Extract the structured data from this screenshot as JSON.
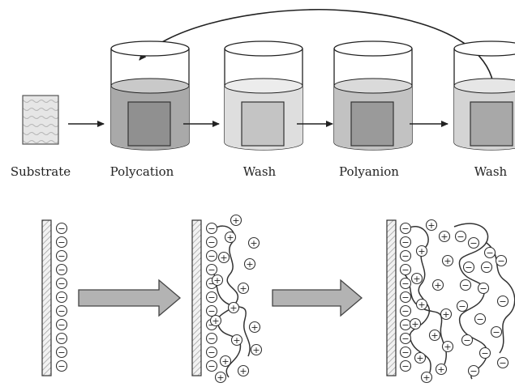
{
  "diagram": {
    "steps": [
      {
        "id": "substrate",
        "label": "Substrate"
      },
      {
        "id": "polycation",
        "label": "Polycation"
      },
      {
        "id": "wash1",
        "label": "Wash"
      },
      {
        "id": "polyanion",
        "label": "Polyanion"
      },
      {
        "id": "wash2",
        "label": "Wash"
      }
    ],
    "symbols": {
      "negative": "−",
      "positive": "+"
    },
    "colors": {
      "ink": "#222222",
      "liquid_dark": "#a9a9a9",
      "liquid_light": "#d9d9d9",
      "arrow_fill": "#b3b3b3"
    }
  }
}
